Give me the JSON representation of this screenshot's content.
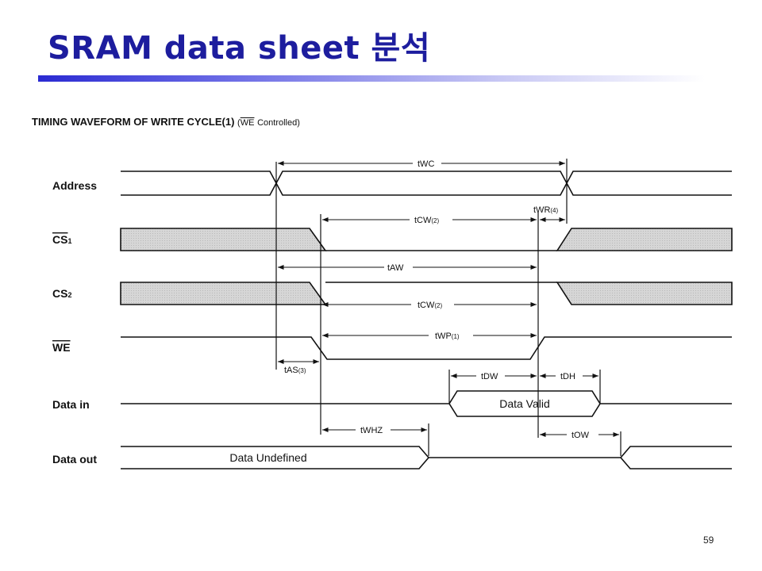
{
  "slide": {
    "title": "SRAM data sheet 분석",
    "page_number": "59"
  },
  "diagram": {
    "heading_main": "TIMING WAVEFORM OF WRITE CYCLE(1)",
    "heading_we": "WE",
    "heading_rest": "Controlled)",
    "heading_open": "(",
    "signals": {
      "address": "Address",
      "cs1_base": "CS",
      "cs1_sub": "1",
      "cs2_base": "CS",
      "cs2_sub": "2",
      "we": "WE",
      "data_in": "Data in",
      "data_out": "Data out"
    },
    "timings": {
      "twc": {
        "base": "tWC",
        "sub": ""
      },
      "twr": {
        "base": "tWR",
        "sub": "(4)"
      },
      "tcw1": {
        "base": "tCW",
        "sub": "(2)"
      },
      "taw": {
        "base": "tAW",
        "sub": ""
      },
      "tcw2": {
        "base": "tCW",
        "sub": "(2)"
      },
      "twp": {
        "base": "tWP",
        "sub": "(1)"
      },
      "tas": {
        "base": "tAS",
        "sub": "(3)"
      },
      "tdw": {
        "base": "tDW",
        "sub": ""
      },
      "tdh": {
        "base": "tDH",
        "sub": ""
      },
      "twhz": {
        "base": "tWHZ",
        "sub": ""
      },
      "tow": {
        "base": "tOW",
        "sub": ""
      }
    },
    "data_valid_label": "Data Valid",
    "data_undefined_label": "Data Undefined"
  },
  "colors": {
    "title": "#1d1d9e",
    "hatch_fill": "#d6d6d6",
    "line": "#111111"
  }
}
